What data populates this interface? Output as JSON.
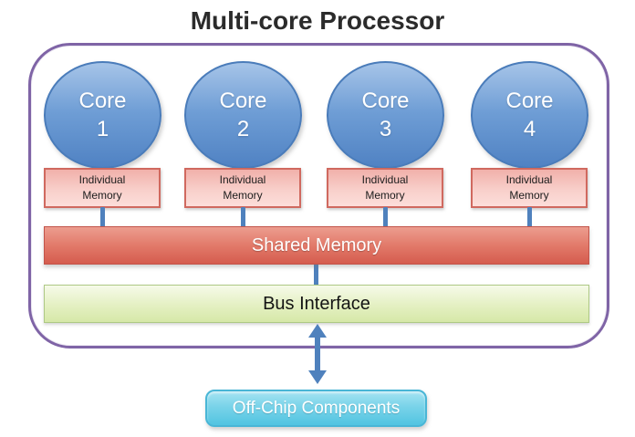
{
  "title": "Multi-core Processor",
  "cores": [
    {
      "word": "Core",
      "number": "1"
    },
    {
      "word": "Core",
      "number": "2"
    },
    {
      "word": "Core",
      "number": "3"
    },
    {
      "word": "Core",
      "number": "4"
    }
  ],
  "memories": [
    {
      "line1": "Individual",
      "line2": "Memory"
    },
    {
      "line1": "Individual",
      "line2": "Memory"
    },
    {
      "line1": "Individual",
      "line2": "Memory"
    },
    {
      "line1": "Individual",
      "line2": "Memory"
    }
  ],
  "shared_memory": {
    "label": "Shared Memory"
  },
  "bus_interface": {
    "label": "Bus Interface"
  },
  "off_chip": {
    "label": "Off-Chip Components"
  },
  "icons": {
    "bidirectional_arrow": "vertical double-headed arrow between Bus Interface and Off-Chip Components",
    "connector_line": "vertical blue connector line"
  },
  "colors": {
    "core_fill_top": "#a6c4e8",
    "core_fill_bottom": "#5082c3",
    "core_border": "#4a7cba",
    "memory_fill_top": "#f1b0aa",
    "memory_fill_bottom": "#fcdeda",
    "memory_border": "#d0695f",
    "shared_fill_top": "#ec9d8f",
    "shared_fill_bottom": "#d55c4e",
    "shared_border": "#c2544a",
    "bus_fill_top": "#f6fae9",
    "bus_fill_bottom": "#d6e8a8",
    "bus_border": "#aec985",
    "offchip_fill_top": "#a5e3f2",
    "offchip_fill_bottom": "#51c4e1",
    "offchip_border": "#49b6d6",
    "connector_blue": "#4f81bd",
    "container_purple": "#7f64a6",
    "title_text": "#2b2b2b"
  }
}
